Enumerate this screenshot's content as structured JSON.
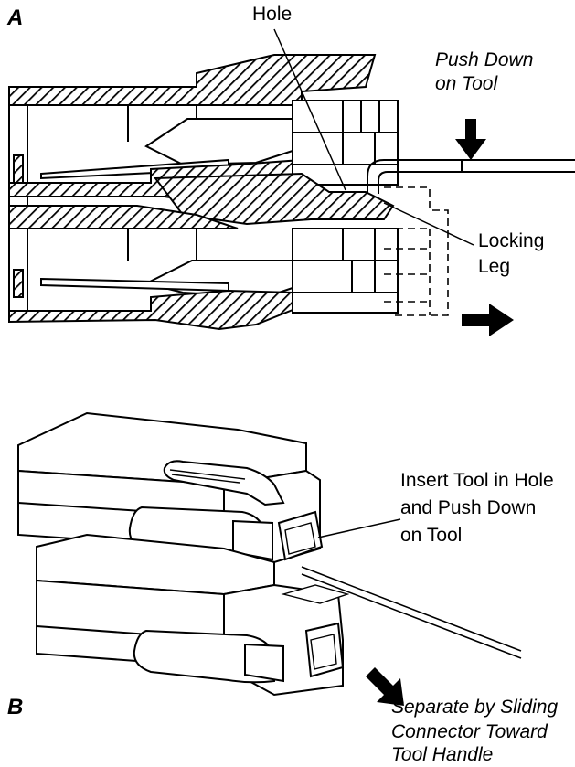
{
  "panel_a": {
    "letter": "A",
    "hole_label": "Hole",
    "push_down_line1": "Push Down",
    "push_down_line2": "on Tool",
    "locking_line1": "Locking",
    "locking_line2": "Leg"
  },
  "panel_b": {
    "letter": "B",
    "insert_line1": "Insert Tool in Hole",
    "insert_line2": "and Push Down",
    "insert_line3": "on Tool",
    "separate_line1": "Separate by Sliding",
    "separate_line2": "Connector Toward",
    "separate_line3": "Tool Handle"
  },
  "colors": {
    "ink": "#000000",
    "paper": "#ffffff",
    "shade": "#e6e6e6"
  }
}
